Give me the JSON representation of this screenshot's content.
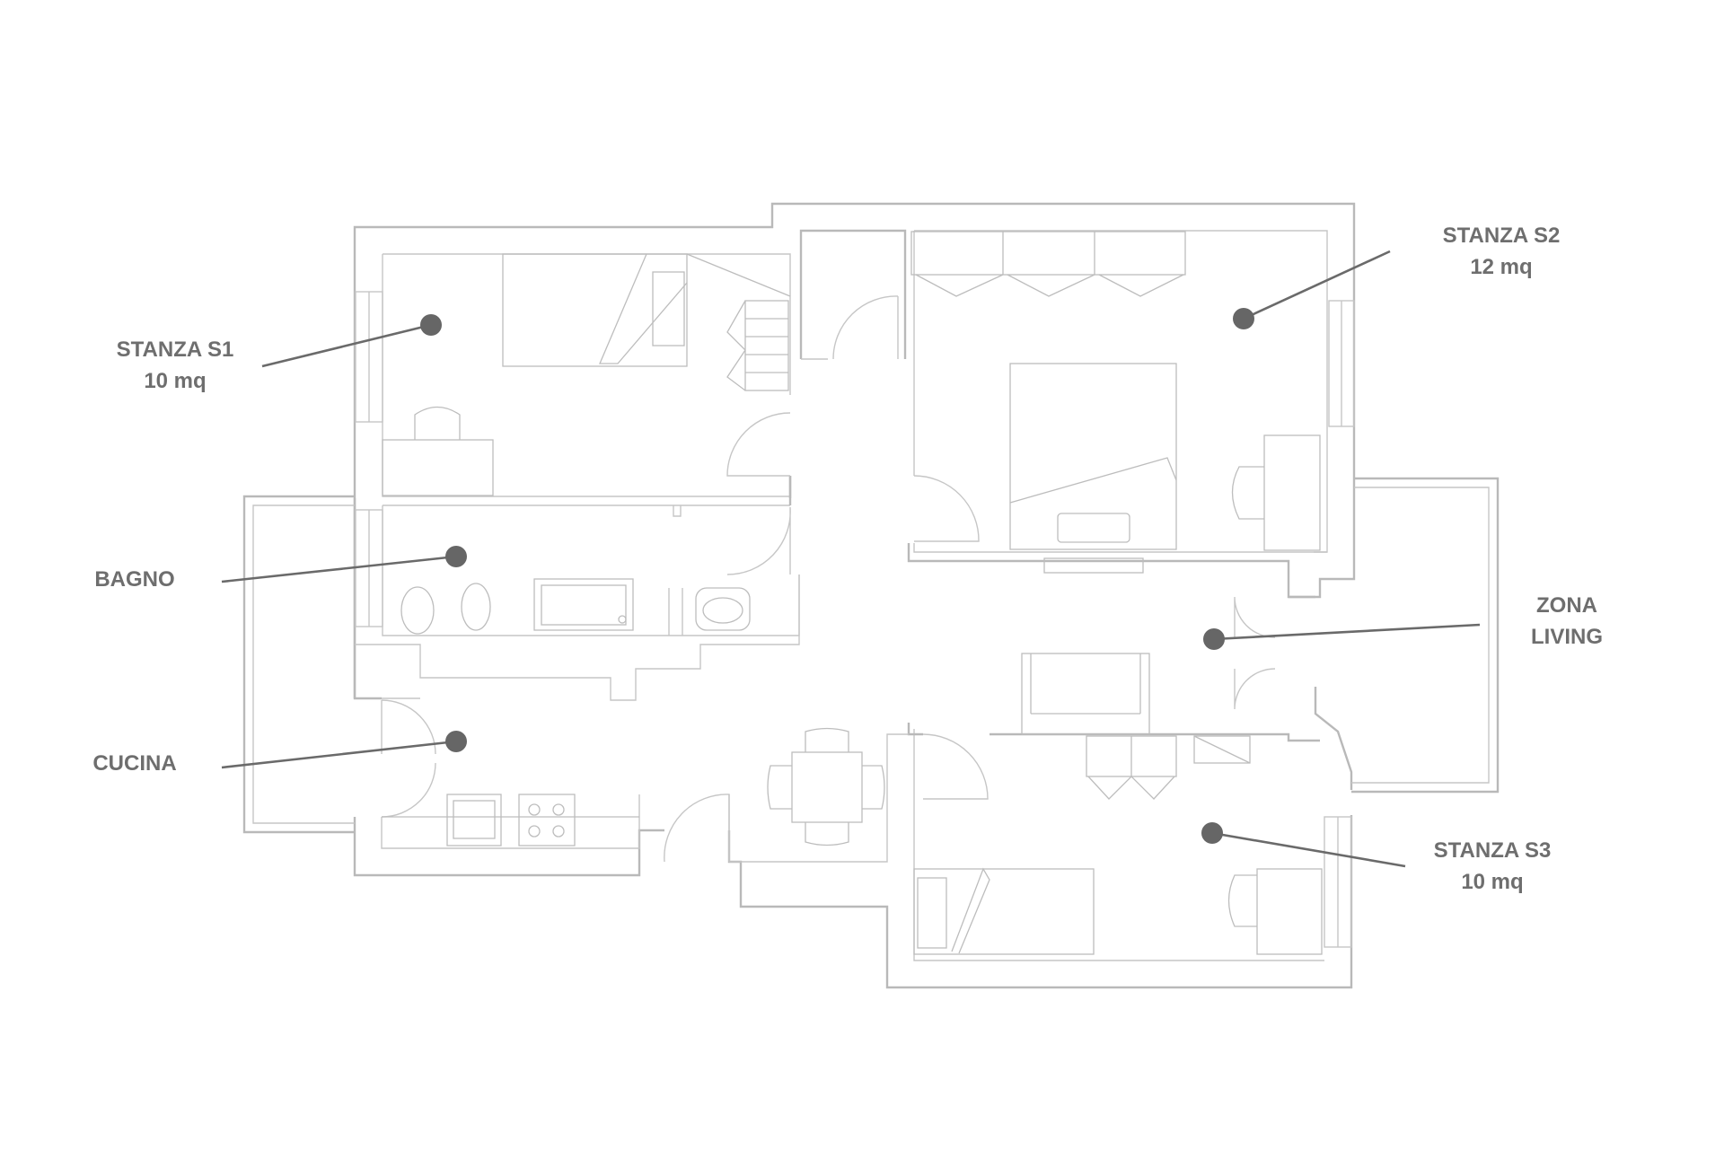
{
  "colors": {
    "label": "#6e6e6e",
    "marker": "#666666",
    "wall": "#b9b9b9",
    "background": "#ffffff"
  },
  "rooms": [
    {
      "id": "stanza-s1",
      "name": "STANZA S1",
      "area": "10 mq"
    },
    {
      "id": "bagno",
      "name": "BAGNO",
      "area": ""
    },
    {
      "id": "cucina",
      "name": "CUCINA",
      "area": ""
    },
    {
      "id": "stanza-s2",
      "name": "STANZA S2",
      "area": "12 mq"
    },
    {
      "id": "zona-living",
      "name": "ZONA",
      "area": "LIVING"
    },
    {
      "id": "stanza-s3",
      "name": "STANZA S3",
      "area": "10 mq"
    }
  ]
}
